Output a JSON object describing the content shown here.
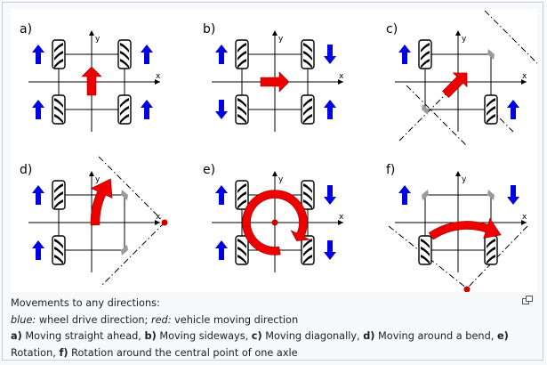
{
  "figure": {
    "panels": [
      {
        "id": "a",
        "label": "a)",
        "x_label": "x",
        "y_label": "y"
      },
      {
        "id": "b",
        "label": "b)",
        "x_label": "x",
        "y_label": "y"
      },
      {
        "id": "c",
        "label": "c)",
        "x_label": "x",
        "y_label": "y"
      },
      {
        "id": "d",
        "label": "d)",
        "x_label": "x",
        "y_label": "y"
      },
      {
        "id": "e",
        "label": "e)",
        "x_label": "x",
        "y_label": "y"
      },
      {
        "id": "f",
        "label": "f)",
        "x_label": "x",
        "y_label": "y"
      }
    ],
    "colors": {
      "wheel_drive": "#0000e0",
      "vehicle_motion": "#ee0000",
      "lines": "#000000",
      "background": "#ffffff"
    }
  },
  "caption": {
    "line1": "Movements to any directions:",
    "blue_key": "blue:",
    "blue_text": " wheel drive direction; ",
    "red_key": "red:",
    "red_text": " vehicle moving direction",
    "items": [
      {
        "key": "a)",
        "text": " Moving straight ahead, "
      },
      {
        "key": "b)",
        "text": " Moving sideways, "
      },
      {
        "key": "c)",
        "text": " Moving diagonally, "
      },
      {
        "key": "d)",
        "text": " Moving around a bend, "
      },
      {
        "key": "e)",
        "text": " Rotation, "
      },
      {
        "key": "f)",
        "text": " Rotation around the central point of one axle"
      }
    ]
  },
  "enlarge_icon": "enlarge-icon"
}
